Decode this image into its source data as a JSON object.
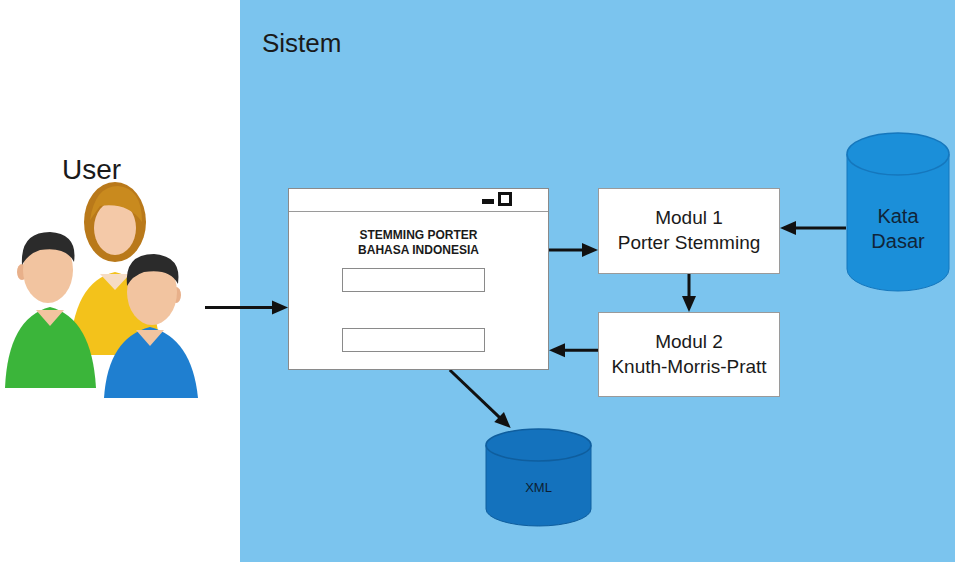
{
  "diagram": {
    "nodes": [
      {
        "text": [
          "User"
        ]
      },
      {
        "text": [
          "Sistem"
        ]
      },
      {
        "text": [
          "STEMMING PORTER BAHASA INDONESIA"
        ],
        "in": 1
      },
      {
        "text": [
          "Modul 1 Porter Stemming"
        ],
        "in": 1
      },
      {
        "text": [
          "Kata Dasar"
        ],
        "in": 1
      },
      {
        "text": [
          "Modul 2 Knuth-Morris-Pratt"
        ],
        "in": 1
      },
      {
        "text": [
          "XML"
        ],
        "in": 1
      }
    ],
    "edges": [
      {
        "from": 0,
        "to": 2,
        "arrow": "to"
      },
      {
        "from": 2,
        "to": 3,
        "arrow": "to"
      },
      {
        "from": 4,
        "to": 3,
        "arrow": "to"
      },
      {
        "from": 3,
        "to": 5,
        "arrow": "to"
      },
      {
        "from": 5,
        "to": 2,
        "arrow": "to"
      },
      {
        "from": 2,
        "to": 6,
        "arrow": "to"
      }
    ]
  }
}
